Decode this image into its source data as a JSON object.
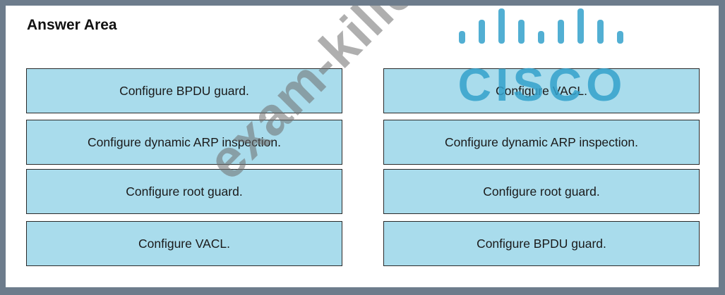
{
  "answer_area": {
    "title": "Answer Area"
  },
  "left_items": [
    "Configure BPDU guard.",
    "Configure dynamic ARP inspection.",
    "Configure root guard.",
    "Configure VACL."
  ],
  "right_items": [
    "Configure VACL.",
    "Configure dynamic ARP inspection.",
    "Configure root guard.",
    "Configure BPDU guard."
  ],
  "watermark": {
    "text": "exam-killer.com"
  },
  "logo": {
    "text": "CISCO",
    "icon": "cisco-logo-icon",
    "color": "#34a2cc"
  },
  "colors": {
    "item_fill": "#a9dcec",
    "frame": "#6d7c8c"
  }
}
